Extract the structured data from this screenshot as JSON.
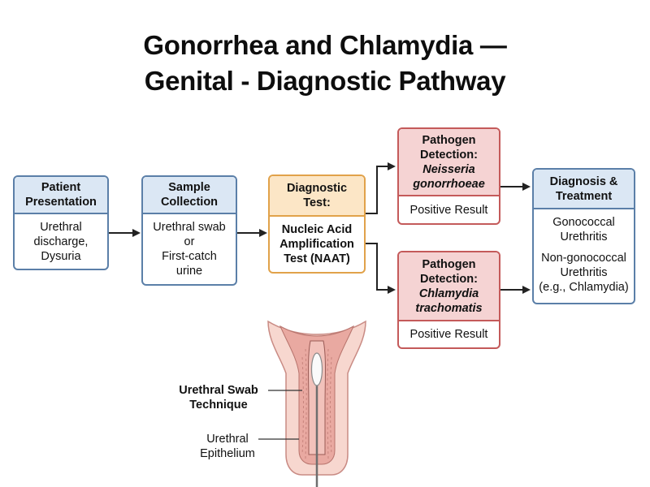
{
  "title": {
    "line1": "Gonorrhea and Chlamydia —",
    "line2": "Genital - Diagnostic Pathway"
  },
  "colors": {
    "blue_border": "#5b7fa8",
    "blue_header": "#dbe7f4",
    "orange_border": "#e1a24a",
    "orange_header": "#fce6c6",
    "red_border": "#c45a5a",
    "red_header": "#f5d3d3",
    "arrow": "#222222"
  },
  "boxes": {
    "presentation": {
      "header": [
        "Patient",
        "Presentation"
      ],
      "body": [
        "Urethral",
        "discharge,",
        "Dysuria"
      ]
    },
    "sample": {
      "header": [
        "Sample",
        "Collection"
      ],
      "body": [
        "Urethral swab",
        "or",
        "First-catch",
        "urine"
      ]
    },
    "test": {
      "header": [
        "Diagnostic",
        "Test:"
      ],
      "body": [
        "Nucleic Acid",
        "Amplification",
        "Test (NAAT)"
      ]
    },
    "gonorrhoeae": {
      "header": [
        "Pathogen",
        "Detection:"
      ],
      "organism": [
        "Neisseria",
        "gonorrhoeae"
      ],
      "body": "Positive Result"
    },
    "chlamydia": {
      "header": [
        "Pathogen",
        "Detection:"
      ],
      "organism": [
        "Chlamydia",
        "trachomatis"
      ],
      "body": "Positive Result"
    },
    "diagnosis": {
      "header": [
        "Diagnosis &",
        "Treatment"
      ],
      "item1": [
        "Gonococcal",
        "Urethritis"
      ],
      "item2": [
        "Non-gonococcal",
        "Urethritis",
        "(e.g., Chlamydia)"
      ]
    }
  },
  "illustration": {
    "swab_label": [
      "Urethral Swab",
      "Technique"
    ],
    "epithelium_label": [
      "Urethral",
      "Epithelium"
    ]
  }
}
